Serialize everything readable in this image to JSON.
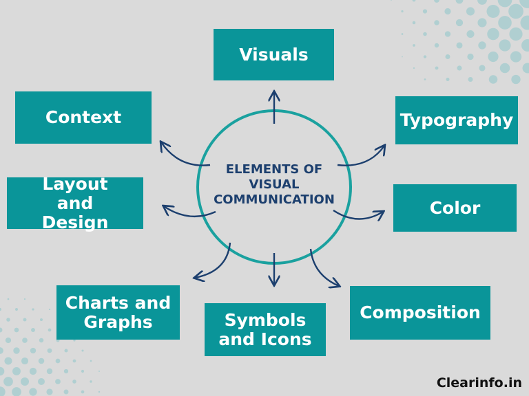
{
  "center_title": "ELEMENTS OF VISUAL COMMUNICATION",
  "elements": {
    "visuals": "Visuals",
    "context": "Context",
    "typography": "Typography",
    "layout": "Layout and Design",
    "color": "Color",
    "charts": "Charts and Graphs",
    "symbols": "Symbols and Icons",
    "composition": "Composition"
  },
  "brand": "Clearinfo.in",
  "colors": {
    "background": "#dadada",
    "box": "#0a9599",
    "circle": "#1aa19f",
    "arrow": "#1c3f6e",
    "dots": "#b0cfd1"
  }
}
